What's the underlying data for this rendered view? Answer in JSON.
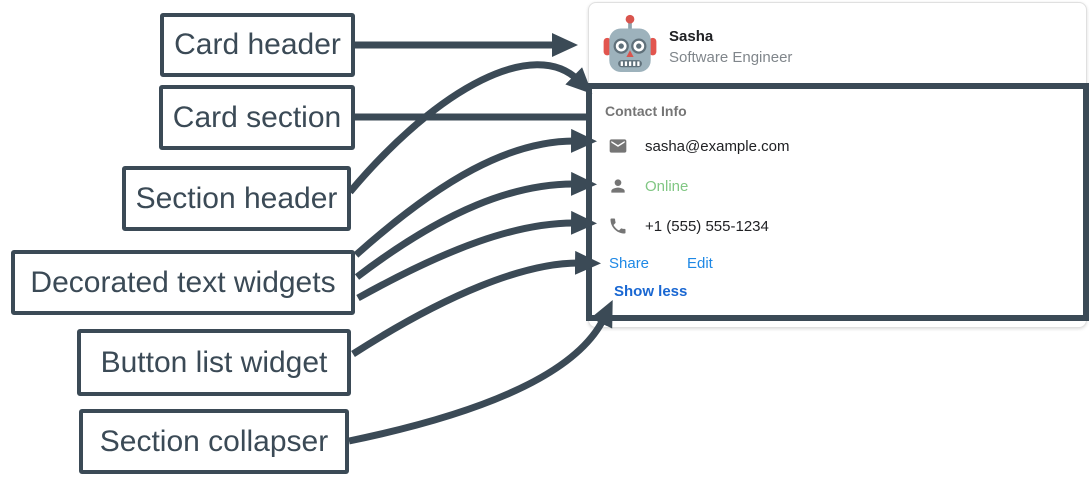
{
  "diagram": {
    "arrow_color": "#3b4a56",
    "labels": [
      {
        "text": "Card header",
        "points_to": "card header row (avatar, name, subtitle)"
      },
      {
        "text": "Card section",
        "points_to": "outlined card section rectangle"
      },
      {
        "text": "Section header",
        "points_to": "Contact Info section title"
      },
      {
        "text": "Decorated text widgets",
        "points_to": "email, online status and phone rows"
      },
      {
        "text": "Button list widget",
        "points_to": "Share / Edit button row"
      },
      {
        "text": "Section collapser",
        "points_to": "Show less control at section bottom"
      }
    ]
  },
  "card": {
    "header": {
      "name": "Sasha",
      "subtitle": "Software Engineer",
      "avatar": "robot-emoji-avatar"
    },
    "section": {
      "title": "Contact Info",
      "rows": [
        {
          "icon": "email-icon",
          "text": "sasha@example.com"
        },
        {
          "icon": "person-icon",
          "text": "Online",
          "status_color": "#81c784"
        },
        {
          "icon": "phone-icon",
          "text": "+1 (555) 555-1234"
        }
      ],
      "buttons": [
        {
          "label": "Share"
        },
        {
          "label": "Edit"
        }
      ],
      "collapser": {
        "label": "Show less"
      }
    },
    "colors": {
      "link_blue": "#1e88e5",
      "collapser_blue": "#1967d2",
      "online_green": "#81c784",
      "muted_gray": "#757575",
      "outline_slate": "#3b4a56"
    }
  }
}
